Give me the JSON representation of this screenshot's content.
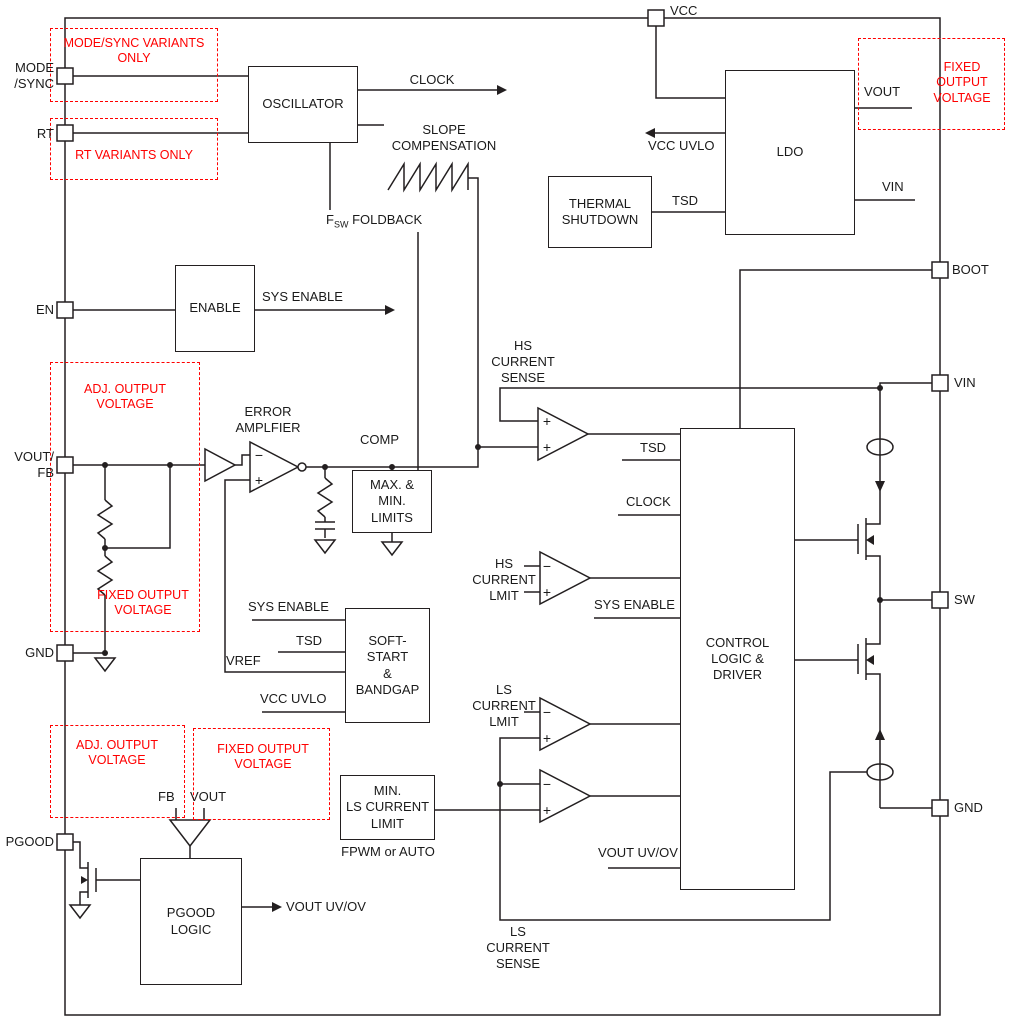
{
  "pins": {
    "vcc": "VCC",
    "mode_sync": "MODE\n/SYNC",
    "rt": "RT",
    "en": "EN",
    "vout_fb": "VOUT/\nFB",
    "gnd_left": "GND",
    "pgood": "PGOOD",
    "boot": "BOOT",
    "vin": "VIN",
    "sw": "SW",
    "gnd_right": "GND"
  },
  "blocks": {
    "oscillator": "OSCILLATOR",
    "thermal_shutdown": "THERMAL\nSHUTDOWN",
    "ldo": "LDO",
    "enable": "ENABLE",
    "max_min_limits": "MAX. &\nMIN.\nLIMITS",
    "soft_start_bandgap": "SOFT-\nSTART\n&\nBANDGAP",
    "control_logic_driver": "CONTROL\nLOGIC &\nDRIVER",
    "min_ls_current_limit": "MIN.\nLS CURRENT\nLIMIT",
    "pgood_logic": "PGOOD\nLOGIC"
  },
  "labels": {
    "clock_osc": "CLOCK",
    "slope_comp": "SLOPE\nCOMPENSATION",
    "fsw_f": "F",
    "fsw_sub": "SW",
    "fsw_rest": " FOLDBACK",
    "sys_enable_en": "SYS ENABLE",
    "vcc_uvlo_ldo": "VCC UVLO",
    "tsd_ldo": "TSD",
    "vout_ldo": "VOUT",
    "vin_ldo": "VIN",
    "error_amplifier": "ERROR\nAMPLFIER",
    "comp": "COMP",
    "hs_current_sense": "HS\nCURRENT\nSENSE",
    "hs_current_limit": "HS\nCURRENT\nLMIT",
    "ls_current_limit": "LS\nCURRENT\nLMIT",
    "ls_current_sense": "LS\nCURRENT\nSENSE",
    "tsd_ctrl": "TSD",
    "clock_ctrl": "CLOCK",
    "sys_enable_ctrl": "SYS ENABLE",
    "vout_uv_ov_ctrl": "VOUT UV/OV",
    "sys_enable_ss": "SYS ENABLE",
    "tsd_ss": "TSD",
    "vref": "VREF",
    "vcc_uvlo_ss": "VCC UVLO",
    "fpwm_or_auto": "FPWM or AUTO",
    "fb": "FB",
    "vout_select": "VOUT",
    "vout_uv_ov_pgood": "VOUT UV/OV"
  },
  "notes": {
    "mode_sync_variants": "MODE/SYNC VARIANTS\nONLY",
    "rt_variants": "RT VARIANTS ONLY",
    "adj_output_voltage": "ADJ. OUTPUT\nVOLTAGE",
    "fixed_output_voltage": "FIXED OUTPUT\nVOLTAGE",
    "fixed_output_voltage_ldo": "FIXED\nOUTPUT\nVOLTAGE",
    "adj_output_voltage_fb": "ADJ. OUTPUT\nVOLTAGE",
    "fixed_output_voltage_fb": "FIXED OUTPUT\nVOLTAGE"
  },
  "symbols": {
    "plus": "+",
    "minus": "−"
  },
  "colors": {
    "wire": "#231f20",
    "note_red": "#ff0000",
    "background": "#ffffff"
  }
}
